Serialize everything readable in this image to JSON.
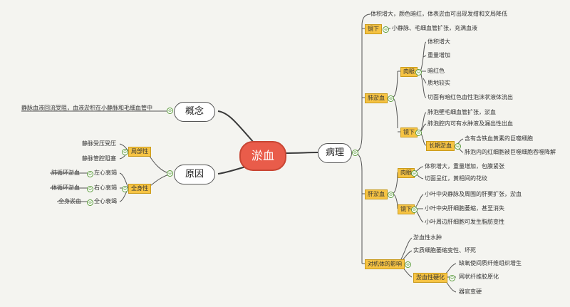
{
  "root": "淤血",
  "branches": {
    "concept": {
      "label": "概念",
      "items": [
        "静脉血液回流受阻，血液淤积在小静脉和毛细血管中"
      ]
    },
    "cause": {
      "label": "原因",
      "local": {
        "label": "局部性",
        "items": [
          "静脉受压受压",
          "静脉管腔阻塞"
        ]
      },
      "systemic": {
        "label": "全身性",
        "items": [
          {
            "label": "左心衰竭",
            "child": "肺循环淤血"
          },
          {
            "label": "右心衰竭",
            "child": "体循环淤血"
          },
          {
            "label": "全心衰竭",
            "child": "全身淤血"
          }
        ]
      }
    },
    "pathology": {
      "label": "病理",
      "top_items": [
        "体积增大，颜色暗红，体表淤血可出现发绀和文局降低"
      ],
      "top_mirror": {
        "label": "镜下",
        "child": "小静脉、毛细血管扩张，充满血液"
      },
      "lung": {
        "label": "肺淤血",
        "gross": {
          "label": "肉眼",
          "items": [
            "体积增大",
            "重量增加",
            "暗红色",
            "质地较实",
            "切面有暗红色血性泡沫状液体流出"
          ]
        },
        "micro": {
          "label": "镜下",
          "items": [
            "肺泡壁毛细血管扩张，淤血",
            "肺泡腔内可有水肿液及漏出性出血"
          ],
          "chronic": {
            "label": "长期淤血",
            "items": [
              "含有含铁血黄素的巨噬细胞",
              "肺泡内的红细胞被巨噬细胞吞噬降解"
            ]
          }
        }
      },
      "liver": {
        "label": "肝淤血",
        "gross": {
          "label": "肉眼",
          "items": [
            "体积增大，重量增加，包膜紧张",
            "切面呈红，黄相间的花纹"
          ]
        },
        "micro": {
          "label": "镜下",
          "items": [
            "小叶中央静脉及周围的肝窦扩张，淤血",
            "小叶中央肝细胞萎缩，甚至消失",
            "小叶周边肝细胞可发生脂肪变性"
          ]
        }
      },
      "effect": {
        "label": "对机体的影响",
        "items": [
          "淤血性水肿",
          "实质细胞萎缩变性、坏死"
        ],
        "sclerosis": {
          "label": "淤血性硬化",
          "items": [
            "缺氧使间质纤维组织增生",
            "网状纤维胶原化",
            "器官变硬"
          ]
        }
      }
    }
  }
}
